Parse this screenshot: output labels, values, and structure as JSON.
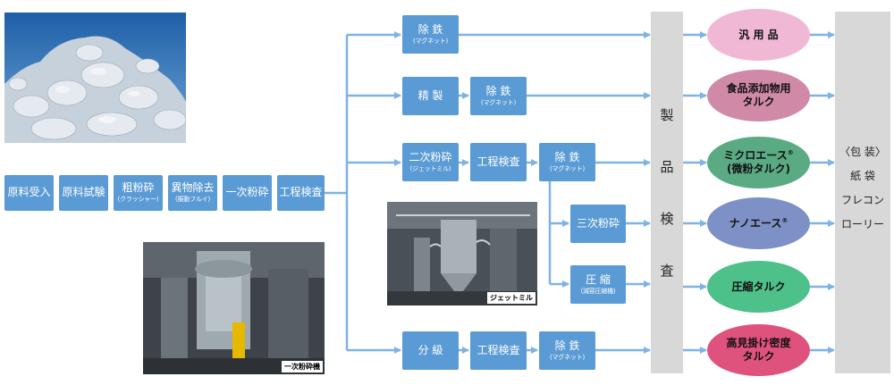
{
  "colors": {
    "box": "#5b9bd5",
    "arrow": "#7fb2e5",
    "panel": "#d8d8d8",
    "oval_general": "#f0b8d4",
    "oval_food": "#d08aa8",
    "oval_micro": "#5aab84",
    "oval_nano": "#7d91c6",
    "oval_compressed": "#4ec089",
    "oval_high_bulk": "#e0527e"
  },
  "main_flow": {
    "raw_receiving": "原料受入",
    "raw_testing": "原料試験",
    "coarse_crush": "粗粉砕",
    "coarse_crush_sub": "(クラッシャー)",
    "foreign_removal": "異物除去",
    "foreign_removal_sub": "(振動フルイ)",
    "primary_grind": "一次粉砕",
    "process_inspection": "工程検査"
  },
  "branch1": {
    "iron_removal": "除 鉄",
    "iron_removal_sub": "(マグネット)"
  },
  "branch2": {
    "refine": "精 製",
    "iron_removal": "除 鉄",
    "iron_removal_sub": "(マグネット)"
  },
  "branch3": {
    "secondary_grind": "二次粉砕",
    "secondary_grind_sub": "(ジェットミル)",
    "process_inspection": "工程検査",
    "iron_removal": "除 鉄",
    "iron_removal_sub": "(マグネット)",
    "tertiary_grind": "三次粉砕",
    "compress": "圧 縮",
    "compress_sub": "(減容圧縮機)"
  },
  "branch4": {
    "classify": "分 級",
    "process_inspection": "工程検査",
    "iron_removal": "除 鉄",
    "iron_removal_sub": "(マグネット)"
  },
  "product_inspection": [
    "製",
    "品",
    "検",
    "査"
  ],
  "products": {
    "general": "汎 用 品",
    "food_l1": "食品添加物用",
    "food_l2": "タルク",
    "micro_l1": "ミクロエース",
    "micro_mark": "®",
    "micro_l2": "(微粉タルク)",
    "nano": "ナノエース",
    "nano_mark": "®",
    "compressed": "圧縮タルク",
    "high_bulk_l1": "高見掛け密度",
    "high_bulk_l2": "タルク"
  },
  "packaging": [
    "〈包 装〉",
    "紙 袋",
    "フレコン",
    "ローリー"
  ],
  "photos": {
    "primary_mill_caption": "一次粉砕機",
    "jet_mill_caption": "ジェットミル"
  }
}
